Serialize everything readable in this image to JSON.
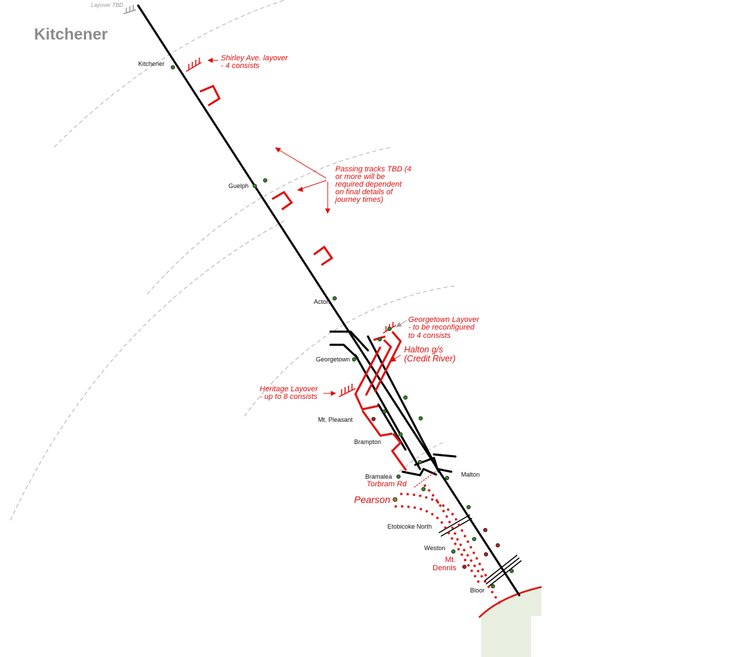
{
  "title": "Kitchener",
  "top_note": [
    "Layover TBD"
  ],
  "stations": {
    "kitchener": "Kitchener",
    "guelph": "Guelph",
    "acton": "Acton",
    "georgetown": "Georgetown",
    "mt_pleasant": "Mt. Pleasant",
    "brampton": "Brampton",
    "bramalea": "Bramalea",
    "malton": "Malton",
    "etobicoke_north": "Etobicoke North",
    "weston": "Weston",
    "bloor": "Bloor"
  },
  "annotations": {
    "shirley": [
      "Shirley Ave. layover",
      "- 4 consists"
    ],
    "passing": [
      "Passing tracks TBD (4",
      "or more will be",
      "required dependent",
      "on final details of",
      "journey times)"
    ],
    "georgetown_layover": [
      "Georgetown Layover",
      "- to be reconfigured",
      "to 4 consists"
    ],
    "halton": [
      "Halton g/s",
      "(Credit River)"
    ],
    "heritage": [
      "Heritage Layover",
      "- up to 8 consists"
    ],
    "torbram": "Torbram Rd",
    "pearson": "Pearson",
    "mt_dennis": [
      "Mt.",
      "Dennis"
    ]
  },
  "colors": {
    "track": "#000000",
    "proposal": "#e01010",
    "station_dot": "#2e8b1e",
    "station_dot_red": "#b02020",
    "zone_ring": "#b0b0b0",
    "city_fill": "#e9efe0"
  }
}
